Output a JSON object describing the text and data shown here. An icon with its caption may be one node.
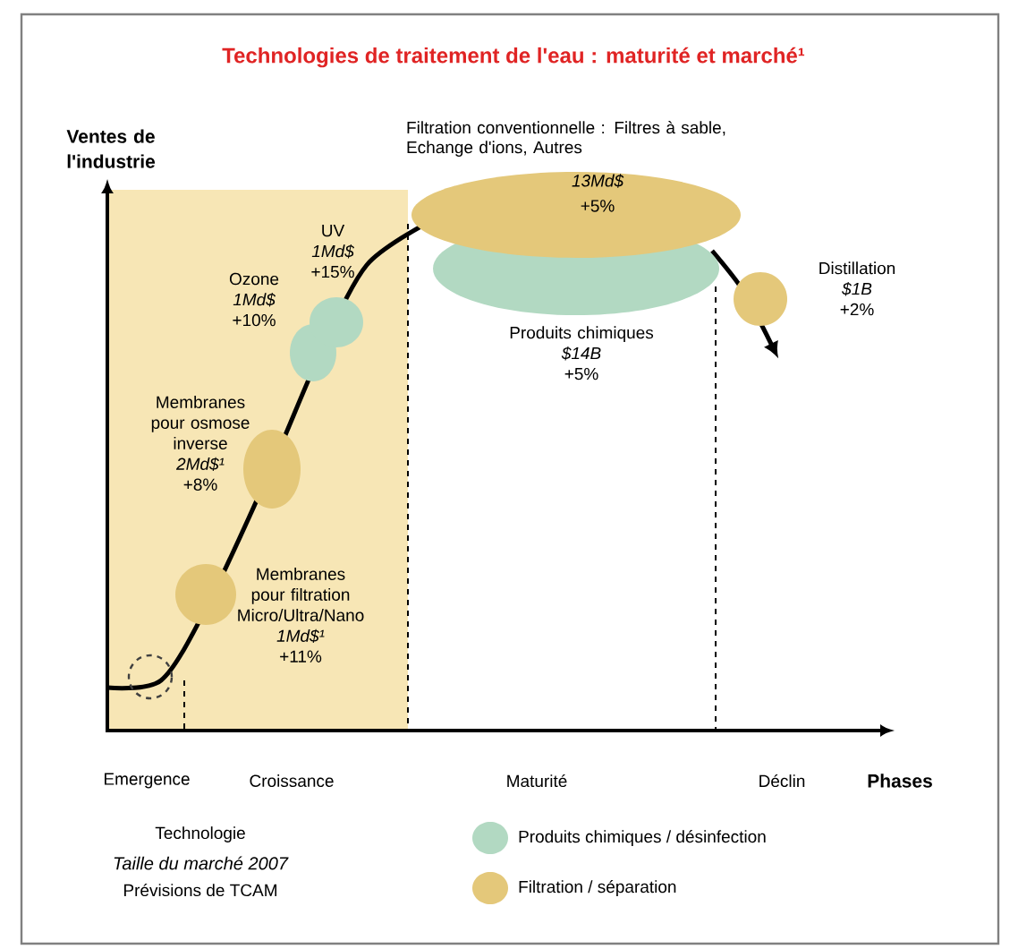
{
  "diagram": {
    "title": "Technologies de traitement de l'eau : maturité et marché¹",
    "nodes": [
      {
        "text": [],
        "shape": "circle"
      },
      {
        "text": [],
        "shape": "circle",
        "beside": [
          "Membranes pour filtration Micro/Ultra/Nano",
          "1Md$¹",
          "+11%"
        ]
      },
      {
        "text": [],
        "shape": "circle",
        "beside": [
          "Membranes pour osmose inverse",
          "2Md$¹",
          "+8%"
        ]
      },
      {
        "text": [],
        "shape": "circle",
        "beside": [
          "Ozone",
          "1Md$",
          "+10%"
        ]
      },
      {
        "text": [],
        "shape": "circle",
        "beside": [
          "UV",
          "1Md$",
          "+15%"
        ]
      },
      {
        "text": [],
        "shape": "circle",
        "beside": [
          "Produits chimiques",
          "$14B",
          "+5%"
        ]
      },
      {
        "text": [
          "Filtration conventionnelle : Filtres à sable, Echange d'ions, Autres",
          "13Md$",
          "+5%"
        ]
      },
      {
        "text": [],
        "shape": "circle",
        "beside": [
          "Distillation",
          "$1B",
          "+2%"
        ]
      }
    ],
    "labels": [
      "Ventes de l'industrie",
      "Emergence",
      "Croissance",
      "Maturité",
      "Déclin",
      "Phases",
      "Technologie",
      "Taille du marché 2007",
      "Prévisions de TCAM"
    ],
    "legend": [
      {
        "text": "Produits chimiques / désinfection",
        "color": "#b2d9c2"
      },
      {
        "text": "Filtration / séparation",
        "color": "#e4c87a"
      }
    ]
  }
}
